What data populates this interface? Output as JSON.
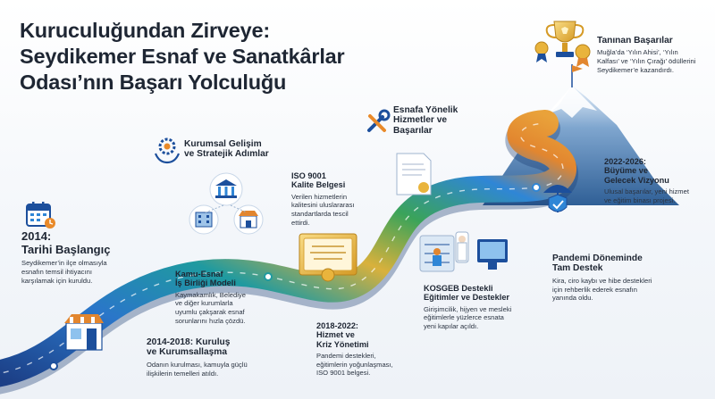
{
  "title": {
    "line1": "Kuruculuğundan Zirveye:",
    "line2": "Seydikemer Esnaf ve Sanatkârlar",
    "line3": "Odası’nın Başarı Yolculuğu"
  },
  "milestones": {
    "m2014": {
      "heading1": "2014:",
      "heading2": "Tarihi Başlangıç",
      "text1": "Seydikemer’in ilçe olmasıyla",
      "text2": "esnafın temsil ihtiyacını",
      "text3": "karşılamak için kuruldu."
    },
    "m2014_2018": {
      "heading1": "2014-2018: Kuruluş",
      "heading2": "ve Kurumsallaşma",
      "text1": "Odanın kurulması, kamuyla güçlü",
      "text2": "ilişkilerin temelleri atıldı."
    },
    "kurumsal": {
      "heading1": "Kurumsal Gelişim",
      "heading2": "ve Stratejik Adımlar"
    },
    "kamu": {
      "heading1": "Kamu-Esnaf",
      "heading2": "İş Birliği Modeli",
      "text1": "Kaymakamlık, Belediye",
      "text2": "ve diğer kurumlarla",
      "text3": "uyumlu çakşarak esnaf",
      "text4": "sorunlarını hızla çözdü."
    },
    "iso": {
      "heading1": "ISO 9001",
      "heading2": "Kalite Belgesi",
      "text1": "Verilen hizmetlerin",
      "text2": "kalitesini uluslararası",
      "text3": "standartlarda tescil",
      "text4": "ettirdi."
    },
    "m2018_2022": {
      "heading1": "2018-2022:",
      "heading2": "Hizmet ve",
      "heading3": "Kriz Yönetimi",
      "text1": "Pandemi destekleri,",
      "text2": "eğitimlerin yoğunlaşması,",
      "text3": "ISO 9001 belgesi."
    },
    "esnafa": {
      "heading1": "Esnafa Yönelik",
      "heading2": "Hizmetler ve",
      "heading3": "Başarılar"
    },
    "kosgeb": {
      "heading1": "KOSGEB Destekli",
      "heading2": "Eğitimler ve Destekler",
      "text1": "Girişimcilik, hijyen ve mesleki",
      "text2": "eğitimlerle yüzlerce esnata",
      "text3": "yeni kapılar açıldı."
    },
    "pandemi": {
      "heading1": "Pandemi Döneminde",
      "heading2": "Tam Destek",
      "text1": "Kira, ciro kaybı ve hibe destekleri",
      "text2": "için rehberlik ederek esnafın",
      "text3": "yanında oldu."
    },
    "m2022_2026": {
      "heading1": "2022-2026:",
      "heading2": "Büyüme ve",
      "heading3": "Gelecek Vizyonu",
      "text1": "Ulusal başarılar, yeni hizmet",
      "text2": "ve eğitim binası projesi."
    },
    "taninan": {
      "heading1": "Tanınan Başarılar",
      "text1": "Muğla’da ‘Yılın Ahisi’, ‘Yılın",
      "text2": "Kalfası’ ve ‘Yılın Çırağı’ ödüllerini",
      "text3": "Seydikemer’e kazandırdı."
    }
  },
  "colors": {
    "navy": "#1c4f9c",
    "blue": "#2f86d6",
    "teal": "#1f9aa0",
    "green": "#3aa35a",
    "gold": "#e9b43c",
    "orange": "#e2862f",
    "accent_orange": "#e98a2a"
  },
  "icons": [
    "calendar-icon",
    "shop-icon",
    "gear-hands-icon",
    "gov-building-icon",
    "store-icon",
    "certificate-icon",
    "tools-icon",
    "document-icon",
    "umbrella-shield-icon",
    "trophy-icon",
    "mountain-icon",
    "worker-scene-icon"
  ]
}
